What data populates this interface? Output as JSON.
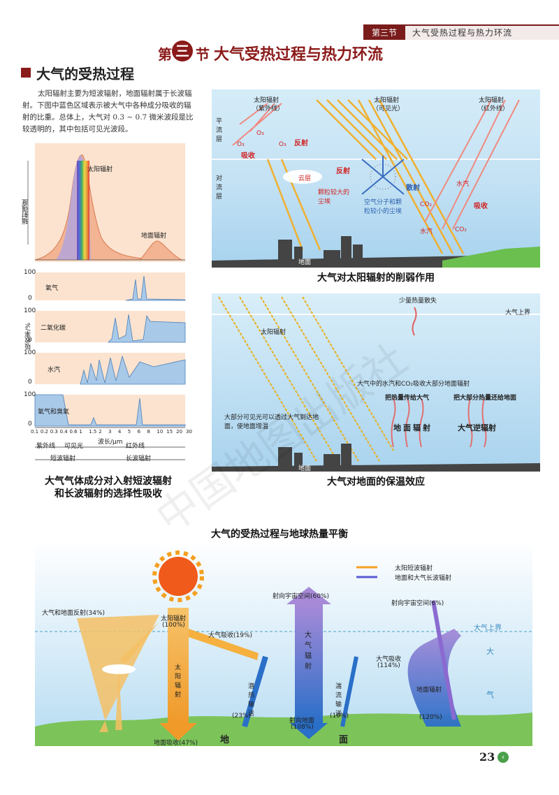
{
  "header": {
    "section_tag": "第三节",
    "running_title": "大气受热过程与热力环流"
  },
  "section": {
    "prefix": "第",
    "number": "三",
    "suffix": "节",
    "title": "大气受热过程与热力环流"
  },
  "subheading": "大气的受热过程",
  "intro": "太阳辐射主要为短波辐射，地面辐射属于长波辐射。下图中蓝色区域表示被大气中各种成分吸收的辐射的比重。总体上，大气对 0.3 ~ 0.7 微米波段是比较透明的，其中包括可见光波段。",
  "spectrum": {
    "ylabel": "辐射强度",
    "solar_label": "太阳辐射",
    "ground_label": "地面辐射",
    "panels": [
      {
        "name": "氧气",
        "top": "100",
        "bottom": "0"
      },
      {
        "name": "二氧化碳",
        "top": "100",
        "bottom": "0"
      },
      {
        "name": "水汽",
        "top": "100",
        "bottom": "0"
      },
      {
        "name": "氧气和臭氧",
        "top": "100",
        "bottom": "0"
      }
    ],
    "abs_ylabel": "吸收率/%",
    "ticks": [
      "0.1",
      "0.2",
      "0.3",
      "0.4",
      "0.6",
      "1",
      "1.5",
      "2",
      "3",
      "4",
      "5",
      "6",
      "8",
      "10",
      "15",
      "20",
      "30"
    ],
    "xlabel": "波长/μm",
    "band_uv": "紫外线",
    "band_vis": "可见光",
    "band_ir": "红外线",
    "short": "短波辐射",
    "long": "长波辐射",
    "caption1": "大气气体成分对入射短波辐射",
    "caption2": "和长波辐射的选择性吸收"
  },
  "weaken": {
    "solar_uv": "太阳辐射",
    "solar_uv2": "（紫外线）",
    "solar_vis": "太阳辐射",
    "solar_vis2": "（可见光）",
    "solar_ir": "太阳辐射",
    "solar_ir2": "（红外线）",
    "strat": "平流层",
    "tropo": "对流层",
    "o3": "O₃",
    "absorb": "吸收",
    "reflect": "反射",
    "reflect2": "反射",
    "cloud": "云层",
    "big_dust": "颗粒较大的尘埃",
    "scatter": "散射",
    "small": "空气分子和颗粒较小的尘埃",
    "vapor": "水汽",
    "co2": "CO₂",
    "absorb2": "吸收",
    "vapor2": "水汽",
    "co2b": "CO₂",
    "ground": "地面",
    "caption": "大气对太阳辐射的削弱作用"
  },
  "greenhouse": {
    "little_heat": "少量热量散失",
    "top": "大气上界",
    "solar": "太阳辐射",
    "absorb_note": "大气中的水汽和CO₂吸收大部分地面辐射",
    "transfer": "把热量传给大气",
    "return": "把大部分热量还给地面",
    "ground_rad": "地面辐射",
    "counter": "大气逆辐射",
    "transparent": "大部分可见光可以透过大气到达地面，使地面增温",
    "ground": "地面",
    "caption": "大气对地面的保温效应"
  },
  "balance": {
    "title": "大气的受热过程与地球热量平衡",
    "legend_short": "太阳短波辐射",
    "legend_long": "地面和大气长波辐射",
    "reflect": "大气和地面反射(34%)",
    "solar": "太阳辐射",
    "solar_pct": "(100%)",
    "atm_absorb": "大气吸收(19%)",
    "to_space": "射向宇宙空间(60%)",
    "to_space2": "射向宇宙空间(6%)",
    "top": "大气上界",
    "atm_rad": "大气辐射",
    "atm_abs2": "大气吸收",
    "atm_abs2_pct": "(114%)",
    "atm_side": "大",
    "atm_side2": "气",
    "latent": "潜热输送",
    "latent_pct": "(23%)",
    "convection": "湍流输送",
    "convection_pct": "(10%)",
    "to_ground": "射向地面",
    "to_ground_pct": "(108%)",
    "ground_rad": "地面辐射",
    "ground_rad_pct": "(120%)",
    "solar_down": "太阳辐射",
    "ground_abs": "地面吸收(47%)",
    "ground1": "地",
    "ground2": "面"
  },
  "footer": {
    "page": "23"
  },
  "watermark": "中国地图出版社"
}
